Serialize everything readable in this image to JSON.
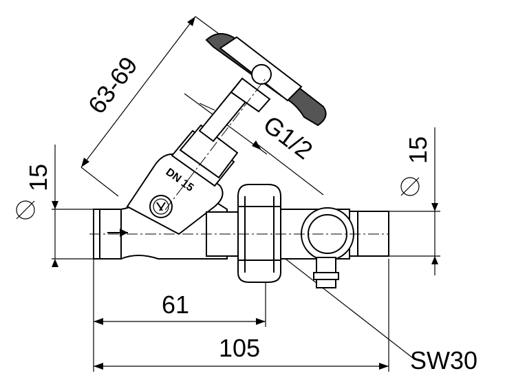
{
  "drawing": {
    "dimensions": {
      "length_total": "105",
      "length_to_nut": "61",
      "handle_height": "63-69",
      "thread": "G1/2",
      "diameter_left": "15",
      "diameter_right": "15",
      "wrench_size": "SW30"
    },
    "body_marking": "DN 15"
  }
}
